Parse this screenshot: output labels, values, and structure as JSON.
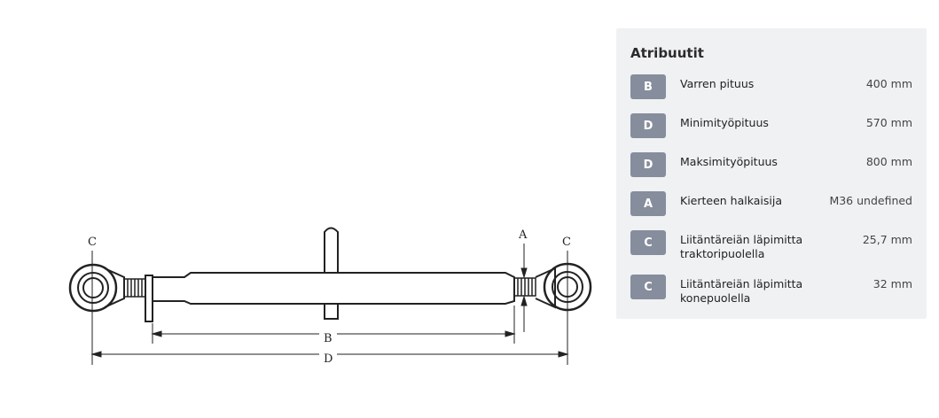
{
  "drawing": {
    "labels": {
      "c_left": "C",
      "c_right": "C",
      "a": "A",
      "b": "B",
      "d": "D"
    }
  },
  "panel": {
    "title": "Atribuutit",
    "rows": [
      {
        "badge": "B",
        "label": "Varren pituus",
        "value": "400 mm"
      },
      {
        "badge": "D",
        "label": "Minimityöpituus",
        "value": "570 mm"
      },
      {
        "badge": "D",
        "label": "Maksimityöpituus",
        "value": "800 mm"
      },
      {
        "badge": "A",
        "label": "Kierteen halkaisija",
        "value": "M36 undefined"
      },
      {
        "badge": "C",
        "label": "Liitäntäreiän läpimitta traktoripuolella",
        "value": "25,7 mm"
      },
      {
        "badge": "C",
        "label": "Liitäntäreiän läpimitta konepuolella",
        "value": "32 mm"
      }
    ]
  }
}
